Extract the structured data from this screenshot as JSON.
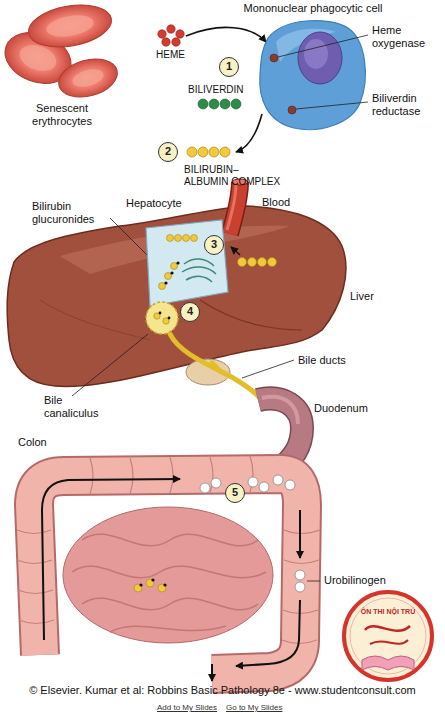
{
  "diagram": {
    "nodes": [
      {
        "text": [
          "Mononuclear phagocytic cell"
        ]
      },
      {
        "text": [
          "1"
        ]
      },
      {
        "text": [
          "2"
        ]
      },
      {
        "text": [
          "Hepatocyte"
        ]
      },
      {
        "text": [
          "3"
        ],
        "in": 3
      },
      {
        "text": [
          "4"
        ]
      },
      {
        "text": [
          "5"
        ]
      }
    ],
    "labels": [
      "Heme oxygenase",
      "Biliverdin reductase",
      "Senescent erythrocytes",
      "HEME",
      "BILIVERDIN",
      "BILIRUBIN– ALBUMIN COMPLEX",
      "Bilirubin glucuronides",
      "Blood",
      "Liver",
      "Bile ducts",
      "Duodenum",
      "Bile canaliculus",
      "Colon",
      "Urobilinogen",
      "© Elsevier. Kumar et al: Robbins Basic Pathology 8e - www.studentconsult.com",
      "Add to My Slides",
      "Go to My Slides",
      "ÔN THI NỘI TRÚ"
    ]
  }
}
